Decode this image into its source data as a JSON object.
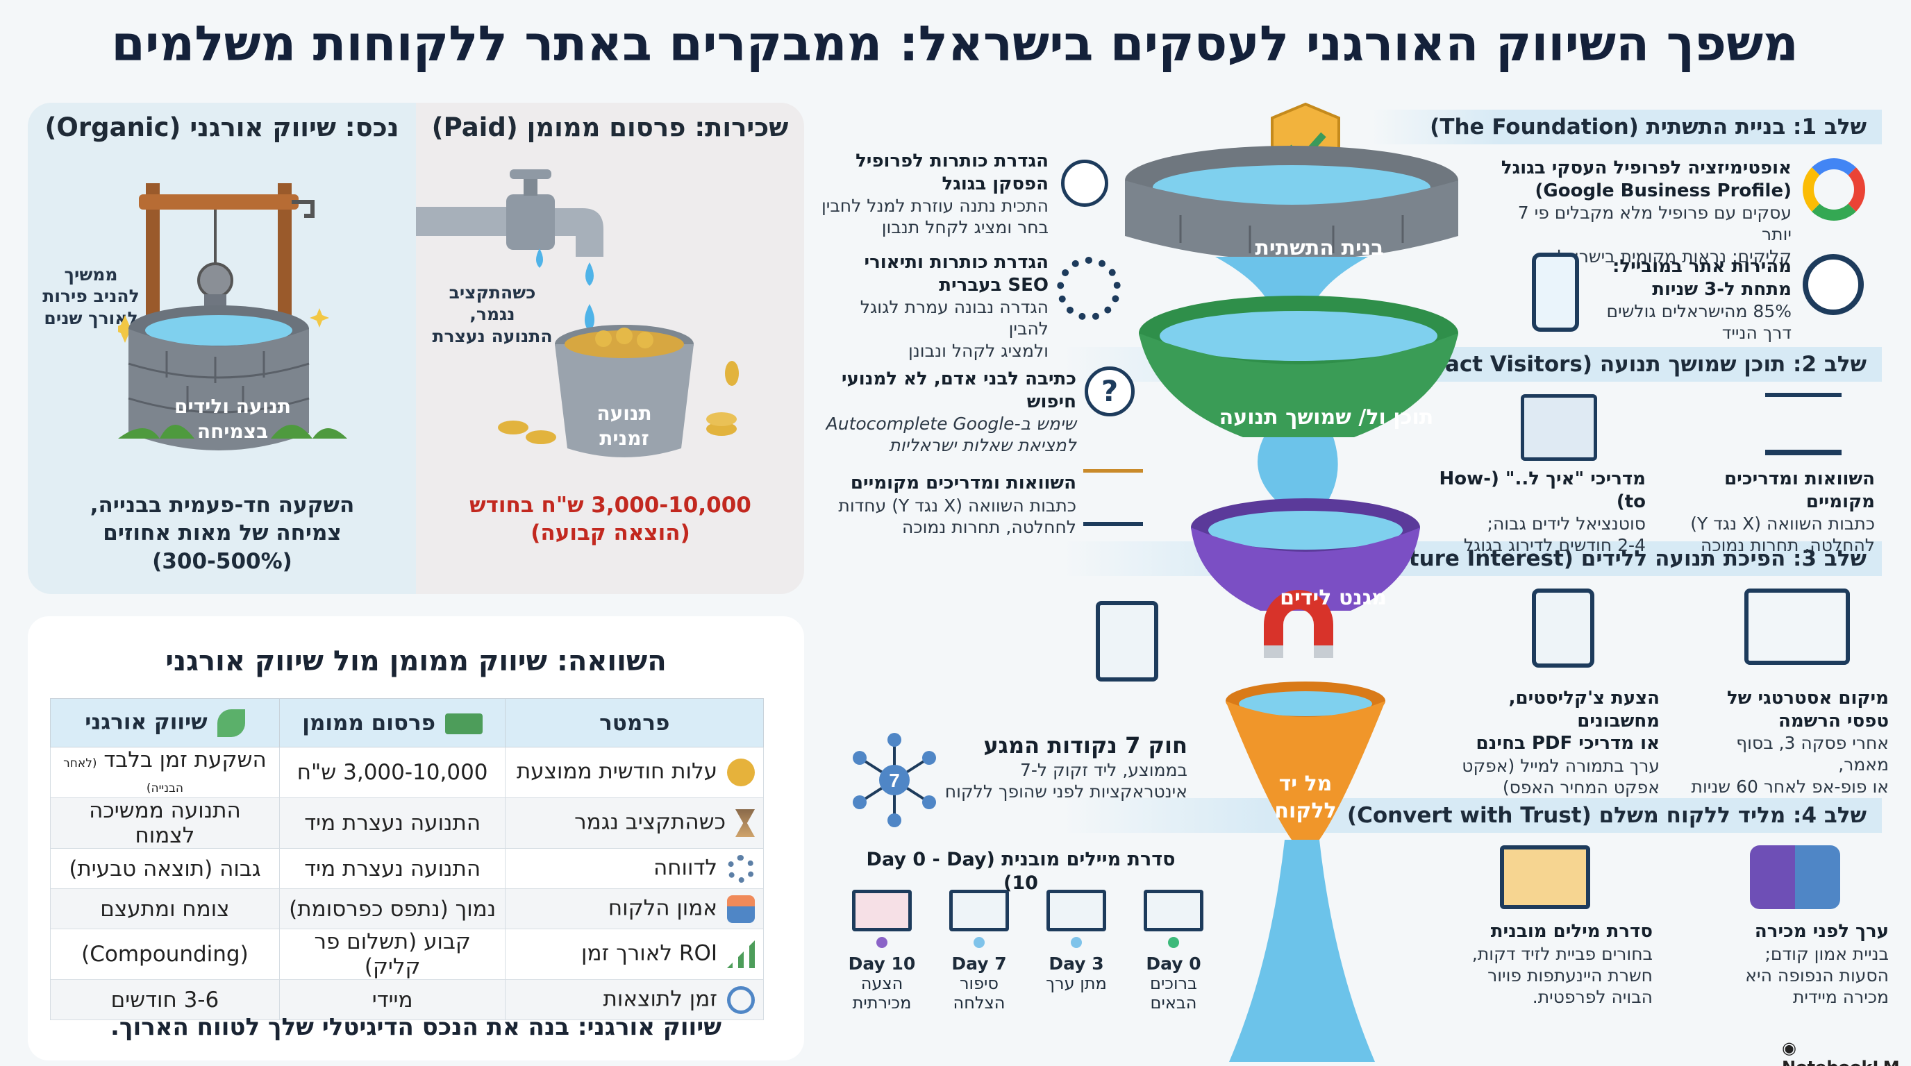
{
  "title": "משפך השיווק האורגני לעסקים בישראל: ממבקרים באתר ללקוחות משלמים",
  "organic_panel": {
    "heading": "נכס: שיווק אורגני (Organic)",
    "side_note": "ממשיך\nלהניב פירות\nלאורך שנים",
    "well_label": "תנועה ולידים\nבצמיחה",
    "caption": "השקעה חד-פעמית בבנייה,\nצמיחה של מאות אחוזים\n(300-500%)"
  },
  "paid_panel": {
    "heading": "שכירות: פרסום ממומן (Paid)",
    "side_note": "כשהתקציב\nנגמר,\nהתנועה נעצרת",
    "bucket_label": "תנועה\nזמנית",
    "cost": "3,000-10,000 ש\"ח בחודש",
    "cost_note": "(הוצאה קבועה)"
  },
  "comparison": {
    "heading": "השוואה: שיווק ממומן מול שיווק אורגני",
    "columns": [
      "פרמטר",
      "פרסום ממומן",
      "שיווק אורגני"
    ],
    "rows": [
      {
        "param": "עלות חודשית ממוצעת",
        "paid": "3,000-10,000 ש\"ח",
        "organic": "השקעת זמן בלבד",
        "organic_note": "(לאחר הבנייה)",
        "icon": "coin-icon"
      },
      {
        "param": "כשהתקציב נגמר",
        "paid": "התנועה נעצרת מיד",
        "organic": "התנועה ממשיכה לצמוח",
        "icon": "hourglass-icon"
      },
      {
        "param": "לדווחה",
        "paid": "התנועה נעצרת מיד",
        "organic": "גבוה (תוצאה טבעית)",
        "icon": "gear-icon"
      },
      {
        "param": "אמון הלקוח",
        "paid": "נמוך (נתפס כפרסומת)",
        "organic": "צומח ומתעצם",
        "icon": "trust-hand-icon"
      },
      {
        "param": "ROI לאורך זמן",
        "paid": "קבוע (תשלום פר קליק)",
        "organic": "(Compounding)",
        "icon": "growth-chart-icon"
      },
      {
        "param": "זמן לתוצאות",
        "paid": "מיידי",
        "organic": "3-6 חודשים",
        "icon": "clock-icon"
      }
    ],
    "footer": "שיווק אורגני: בנה את הנכס הדיגיטלי שלך לטווח הארוך."
  },
  "funnel": {
    "stage_labels": [
      "בנית התשתית",
      "תוכן ול/ שמושך תנועה",
      "מגנט לידים",
      "מל יד\nללקוח"
    ]
  },
  "stages": [
    {
      "heading": "שלב 1: בניית התשתית (The Foundation)"
    },
    {
      "heading": "שלב 2: תוכן שמושך תנועה (Attract Visitors)"
    },
    {
      "heading": "שלב 3: הפיכת תנועה ללידים (Capture Interest)"
    },
    {
      "heading": "שלב 4: מליד ללקוח משלם (Convert with Trust)"
    }
  ],
  "right_items": {
    "gbp": {
      "title": "אופטימיזציה לפרופיל העסקי בגוגל\n(Google Business Profile)",
      "body": "עסקים עם פרופיל מלא מקבלים פי 7 יותר\nקליקים: נראות מקומית בישראל"
    },
    "mobile": {
      "title": "מהירות אתר במובייל:\nמתחת ל-3 שניות",
      "body": "85% מהישראלים גולשים\nדרך הנייד"
    },
    "howto": {
      "title": "מדריכי \"איך ל..\" (How-to)",
      "body": "סוטנציאל לידים גבוה;\n2-4 חודשים לדירוג בגוגל"
    },
    "local_guides": {
      "title": "השוואות ומדריכים מקומיים",
      "body": "כתבות השוואה (X נגד Y)\nלהחלטה, תחרות נמוכה"
    },
    "checklists": {
      "title": "הצעת צ'קליסטים, מחשבונים\nאו מדריכי PDF בחינם",
      "body": "ערך בתמורה למייל (אפקט\nאפקט המחיר האפס)"
    },
    "exit_popup": {
      "title": "מיקום אסטרטגי של\nטפסי הרשמה",
      "body": "אחרי פסקה 3, בסוף מאמר,\nאו פופ-אפ לאחר 60 שניות"
    },
    "email_series": {
      "title": "סדרת מילים מובנית",
      "body": "בחורים פביית לזיד דקות,\nחשרת היינעתפות פויור\nהבויה לפרפטית."
    },
    "presale": {
      "title": "ערך לפני מכירה",
      "body": "בניית אמון קודם;\nהסעות הנפופה היא\nמכירה מיידית"
    }
  },
  "left_items": {
    "titles": {
      "title": "הגדרת כותרות לפרופיל\nהפסקן בגוגל",
      "body": "התכית נתנה עוזרת למנל לחבין\nבחר ומציג לקחל תנבון"
    },
    "seo": {
      "title": "הגדרת כותרות ותיאורי\nSEO בעברית",
      "body": "הגדרה נבונה עמרת לגוגל להבין\nולמציג לקהל ונבונן"
    },
    "people": {
      "title": "כתיבה לבני אדם, לא למנועי חיפוש",
      "body": "שימש ב-Autocomplete Google\nלמציאת שאלות ישראליות"
    },
    "comparisons": {
      "title": "השוואות ומדריכים מקומיים",
      "body": "כתבות השוואה (X נגד Y) עחדות\nלחחלטה, תחרות נמוכה"
    },
    "rule7": {
      "title": "חוק 7 נקודות המגע",
      "body": "בממוצע, ליד זקוק ל-7\nאינטראקציות לפני שהופך ללקוח",
      "badge": "7"
    }
  },
  "email_sequence": {
    "heading": "סדרת מיילים מובנית (Day 0 - Day 10)",
    "items": [
      {
        "day": "Day 10",
        "label": "הצעה\nמכירתית",
        "dot": "#8a63c7"
      },
      {
        "day": "Day 7",
        "label": "סיפור\nהצלחה",
        "dot": "#7fc3ea"
      },
      {
        "day": "Day 3",
        "label": "מתן ערך",
        "dot": "#7fc3ea"
      },
      {
        "day": "Day 0",
        "label": "ברוכים\nהבאים",
        "dot": "#3cb97a"
      }
    ]
  },
  "brand": "NotebookLM",
  "colors": {
    "teal": "#3b9a8e",
    "green": "#3a9c56",
    "purple": "#7b4fc4",
    "orange": "#f0962a",
    "water": "#6cc3ea",
    "red": "#c2281f"
  }
}
